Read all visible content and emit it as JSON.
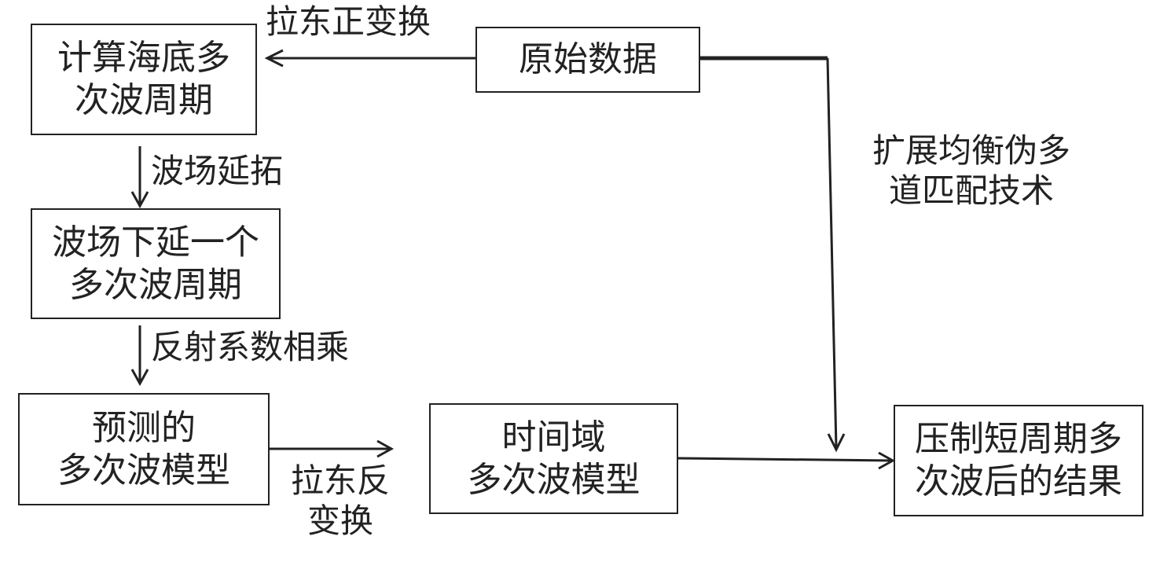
{
  "boxes": {
    "original_data": {
      "lines": [
        "原始数据"
      ]
    },
    "compute_period": {
      "lines": [
        "计算海底多",
        "次波周期"
      ]
    },
    "downward_continue": {
      "lines": [
        "波场下延一个",
        "多次波周期"
      ]
    },
    "predicted_model": {
      "lines": [
        "预测的",
        "多次波模型"
      ]
    },
    "time_domain_model": {
      "lines": [
        "时间域",
        "多次波模型"
      ]
    },
    "result": {
      "lines": [
        "压制短周期多",
        "次波后的结果"
      ]
    }
  },
  "edge_labels": {
    "radon_forward": {
      "lines": [
        "拉东正变换"
      ]
    },
    "wavefield_extrapolation": {
      "lines": [
        "波场延拓"
      ]
    },
    "multiply_reflection": {
      "lines": [
        "反射系数相乘"
      ]
    },
    "radon_inverse": {
      "lines": [
        "拉东反",
        "变换"
      ]
    },
    "matching_technique": {
      "lines": [
        "扩展均衡伪多",
        "道匹配技术"
      ]
    }
  }
}
